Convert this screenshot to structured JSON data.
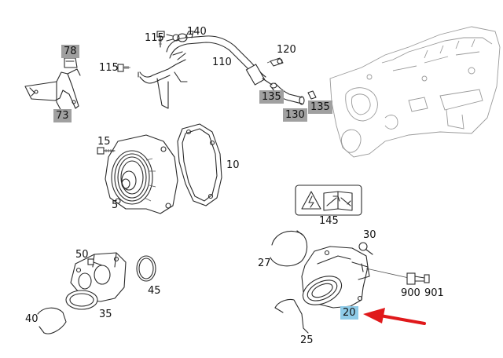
{
  "labels": {
    "p78": "78",
    "p73": "73",
    "p115a": "115",
    "p115b": "115",
    "p140": "140",
    "p110": "110",
    "p120": "120",
    "p135a": "135",
    "p135b": "135",
    "p130": "130",
    "p15": "15",
    "p5": "5",
    "p10": "10",
    "p145": "145",
    "p30": "30",
    "p27": "27",
    "p900": "900",
    "p901": "901",
    "p20": "20",
    "p25": "25",
    "p50": "50",
    "p45": "45",
    "p35": "35",
    "p40": "40"
  },
  "colors": {
    "gray_highlight": "#a0a0a0",
    "blue_highlight": "#8ecbe8",
    "arrow": "#e0191b"
  },
  "icons": {
    "warning": "warning-triangle-icon",
    "wrench": "wrench-icon",
    "book": "manual-book-icon"
  }
}
